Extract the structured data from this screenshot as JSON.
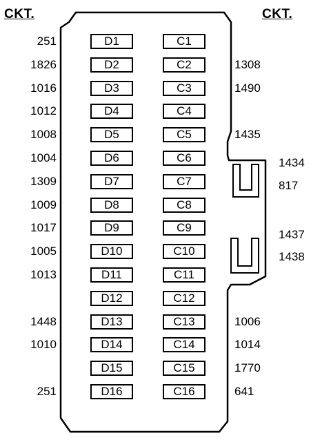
{
  "header": {
    "left": "CKT.",
    "right": "CKT."
  },
  "d_pins": [
    "D1",
    "D2",
    "D3",
    "D4",
    "D5",
    "D6",
    "D7",
    "D8",
    "D9",
    "D10",
    "D11",
    "D12",
    "D13",
    "D14",
    "D15",
    "D16"
  ],
  "c_pins": [
    "C1",
    "C2",
    "C3",
    "C4",
    "C5",
    "C6",
    "C7",
    "C8",
    "C9",
    "C10",
    "C11",
    "C12",
    "C13",
    "C14",
    "C15",
    "C16"
  ],
  "left_circuits": [
    "251",
    "1826",
    "1016",
    "1012",
    "1008",
    "1004",
    "1309",
    "1009",
    "1017",
    "1005",
    "1013",
    "",
    "1448",
    "1010",
    "",
    "251"
  ],
  "right_circuits": [
    "",
    "1308",
    "1490",
    "",
    "1435",
    "",
    "",
    "",
    "",
    "",
    "",
    "",
    "1006",
    "1014",
    "1770",
    "641"
  ],
  "notch_circuits": [
    "1434",
    "817",
    "1437",
    "1438"
  ]
}
